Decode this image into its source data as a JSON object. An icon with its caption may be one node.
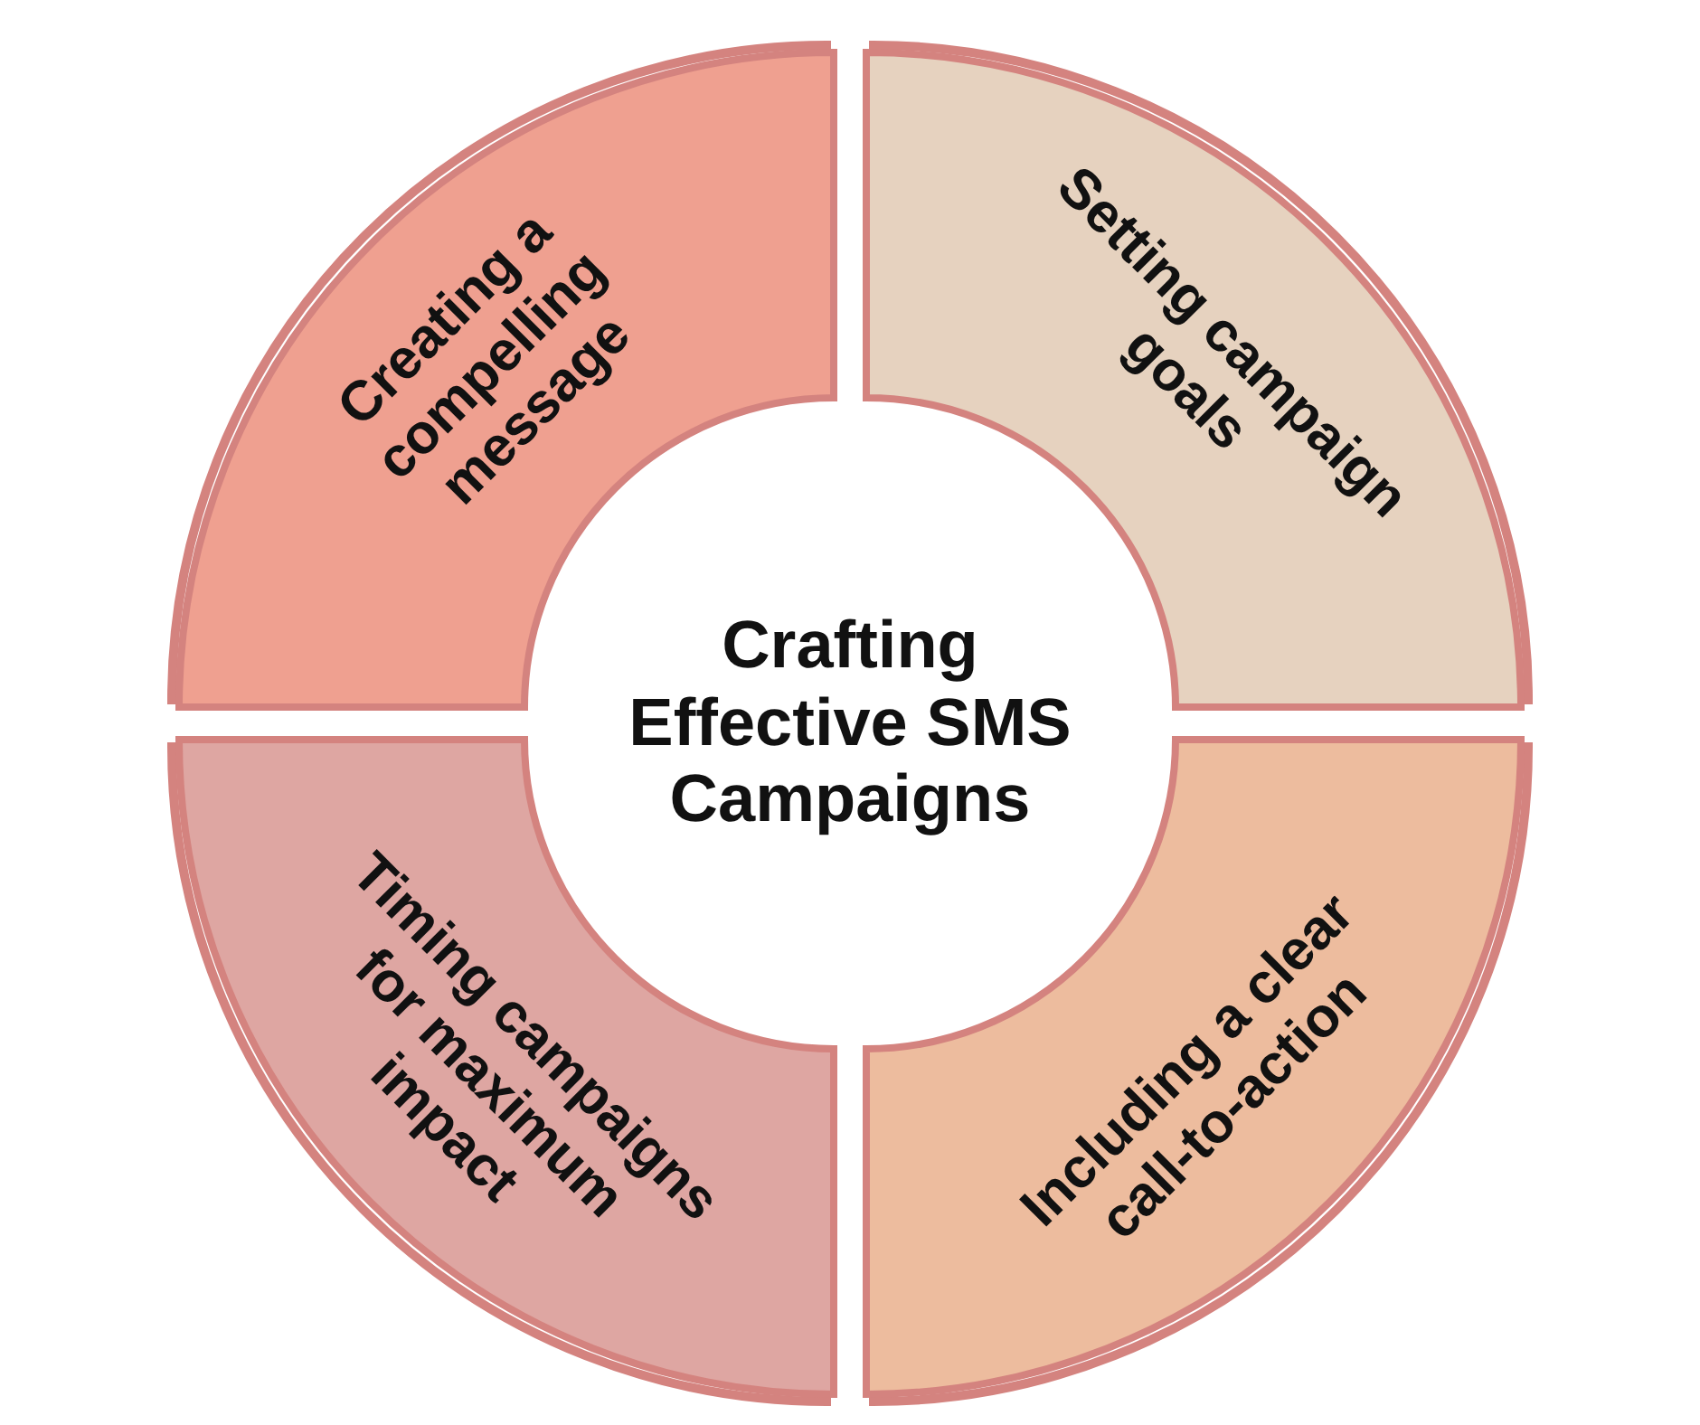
{
  "diagram": {
    "nodes": [
      {
        "text": [
          "Creating a compelling message"
        ]
      },
      {
        "text": [
          "Setting campaign goals"
        ]
      },
      {
        "text": [
          "Crafting Effective SMS Campaigns"
        ]
      },
      {
        "text": [
          "Timing campaigns for maximum impact"
        ]
      },
      {
        "text": [
          "Including a clear call-to-action"
        ]
      }
    ]
  }
}
